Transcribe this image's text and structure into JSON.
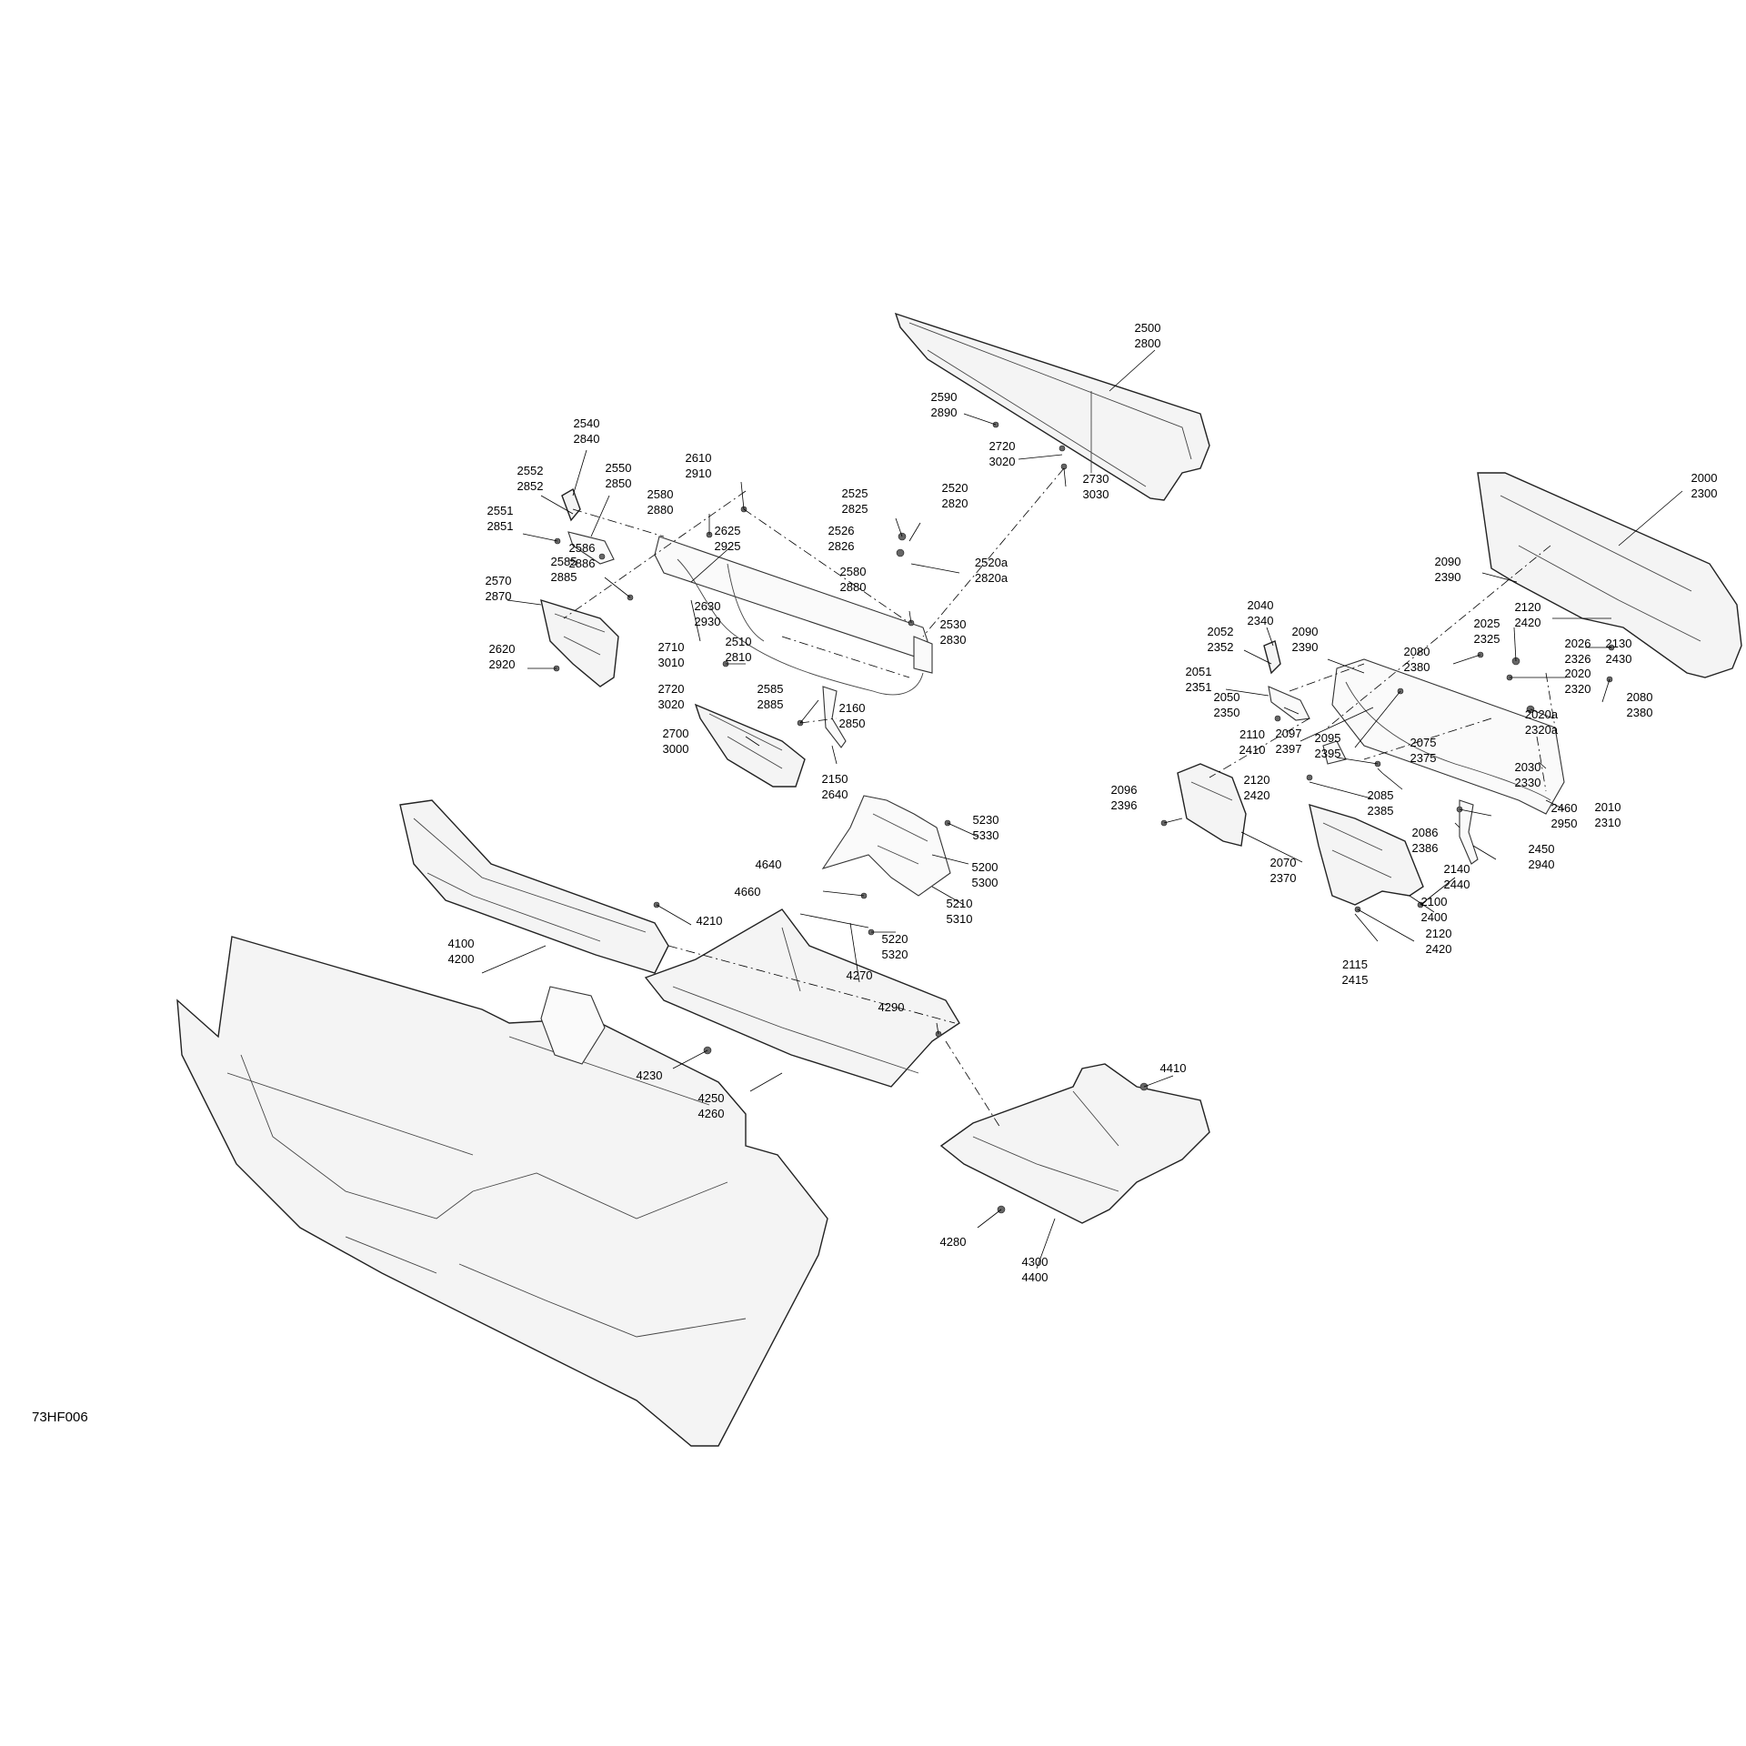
{
  "figure_id": "73HF006",
  "callouts": [
    {
      "id": "c2500",
      "a": "2500",
      "b": "2800"
    },
    {
      "id": "c2590",
      "a": "2590",
      "b": "2890"
    },
    {
      "id": "c2720t",
      "a": "2720",
      "b": "3020"
    },
    {
      "id": "c2730",
      "a": "2730",
      "b": "3030"
    },
    {
      "id": "c2540",
      "a": "2540",
      "b": "2840"
    },
    {
      "id": "c2552",
      "a": "2552",
      "b": "2852"
    },
    {
      "id": "c2550",
      "a": "2550",
      "b": "2850"
    },
    {
      "id": "c2551",
      "a": "2551",
      "b": "2851"
    },
    {
      "id": "c2610",
      "a": "2610",
      "b": "2910"
    },
    {
      "id": "c2580a",
      "a": "2580",
      "b": "2880"
    },
    {
      "id": "c2625",
      "a": "2625",
      "b": "2925"
    },
    {
      "id": "c2525",
      "a": "2525",
      "b": "2825"
    },
    {
      "id": "c2520",
      "a": "2520",
      "b": "2820"
    },
    {
      "id": "c2526",
      "a": "2526",
      "b": "2826"
    },
    {
      "id": "c2586",
      "a": "2586",
      "b": "2886"
    },
    {
      "id": "c2520a",
      "a": "2520a",
      "b": "2820a"
    },
    {
      "id": "c2580b",
      "a": "2580",
      "b": "2880"
    },
    {
      "id": "c2570",
      "a": "2570",
      "b": "2870"
    },
    {
      "id": "c2585a",
      "a": "2585",
      "b": "2885"
    },
    {
      "id": "c2630",
      "a": "2630",
      "b": "2930"
    },
    {
      "id": "c2530",
      "a": "2530",
      "b": "2830"
    },
    {
      "id": "c2620",
      "a": "2620",
      "b": "2920"
    },
    {
      "id": "c2510",
      "a": "2510",
      "b": "2810"
    },
    {
      "id": "c2710",
      "a": "2710",
      "b": "3010"
    },
    {
      "id": "c2720b",
      "a": "2720",
      "b": "3020"
    },
    {
      "id": "c2585b",
      "a": "2585",
      "b": "2885"
    },
    {
      "id": "c2160",
      "a": "2160",
      "b": "2850"
    },
    {
      "id": "c2700",
      "a": "2700",
      "b": "3000"
    },
    {
      "id": "c2150",
      "a": "2150",
      "b": "2640"
    },
    {
      "id": "c5230",
      "a": "5230",
      "b": "5330"
    },
    {
      "id": "c5200",
      "a": "5200",
      "b": "5300"
    },
    {
      "id": "c5210",
      "a": "5210",
      "b": "5310"
    },
    {
      "id": "c5220",
      "a": "5220",
      "b": "5320"
    },
    {
      "id": "c4640",
      "a": "4640",
      "b": ""
    },
    {
      "id": "c4660",
      "a": "4660",
      "b": ""
    },
    {
      "id": "c4210",
      "a": "4210",
      "b": ""
    },
    {
      "id": "c4100",
      "a": "4100",
      "b": "4200"
    },
    {
      "id": "c4270",
      "a": "4270",
      "b": ""
    },
    {
      "id": "c4290",
      "a": "4290",
      "b": ""
    },
    {
      "id": "c4230",
      "a": "4230",
      "b": ""
    },
    {
      "id": "c4250",
      "a": "4250",
      "b": "4260"
    },
    {
      "id": "c4410",
      "a": "4410",
      "b": ""
    },
    {
      "id": "c4280",
      "a": "4280",
      "b": ""
    },
    {
      "id": "c4300",
      "a": "4300",
      "b": "4400"
    },
    {
      "id": "c2000",
      "a": "2000",
      "b": "2300"
    },
    {
      "id": "c2090a",
      "a": "2090",
      "b": "2390"
    },
    {
      "id": "c2120a",
      "a": "2120",
      "b": "2420"
    },
    {
      "id": "c2040",
      "a": "2040",
      "b": "2340"
    },
    {
      "id": "c2052",
      "a": "2052",
      "b": "2352"
    },
    {
      "id": "c2090b",
      "a": "2090",
      "b": "2390"
    },
    {
      "id": "c2025",
      "a": "2025",
      "b": "2325"
    },
    {
      "id": "c2130",
      "a": "2130",
      "b": "2430"
    },
    {
      "id": "c2080a",
      "a": "2080",
      "b": "2380"
    },
    {
      "id": "c2026",
      "a": "2026",
      "b": "2326"
    },
    {
      "id": "c2020",
      "a": "2020",
      "b": "2320"
    },
    {
      "id": "c2080b",
      "a": "2080",
      "b": "2380"
    },
    {
      "id": "c2051",
      "a": "2051",
      "b": "2351"
    },
    {
      "id": "c2050",
      "a": "2050",
      "b": "2350"
    },
    {
      "id": "c2020a",
      "a": "2020a",
      "b": "2320a"
    },
    {
      "id": "c2097",
      "a": "2097",
      "b": "2397"
    },
    {
      "id": "c2095",
      "a": "2095",
      "b": "2395"
    },
    {
      "id": "c2030",
      "a": "2030",
      "b": "2330"
    },
    {
      "id": "c2110",
      "a": "2110",
      "b": "2410"
    },
    {
      "id": "c2075",
      "a": "2075",
      "b": "2375"
    },
    {
      "id": "c2096",
      "a": "2096",
      "b": "2396"
    },
    {
      "id": "c2120b",
      "a": "2120",
      "b": "2420"
    },
    {
      "id": "c2085",
      "a": "2085",
      "b": "2385"
    },
    {
      "id": "c2010",
      "a": "2010",
      "b": "2310"
    },
    {
      "id": "c2460",
      "a": "2460",
      "b": "2950"
    },
    {
      "id": "c2086",
      "a": "2086",
      "b": "2386"
    },
    {
      "id": "c2450",
      "a": "2450",
      "b": "2940"
    },
    {
      "id": "c2070",
      "a": "2070",
      "b": "2370"
    },
    {
      "id": "c2140",
      "a": "2140",
      "b": "2440"
    },
    {
      "id": "c2100",
      "a": "2100",
      "b": "2400"
    },
    {
      "id": "c2120c",
      "a": "2120",
      "b": "2420"
    },
    {
      "id": "c2115",
      "a": "2115",
      "b": "2415"
    }
  ]
}
